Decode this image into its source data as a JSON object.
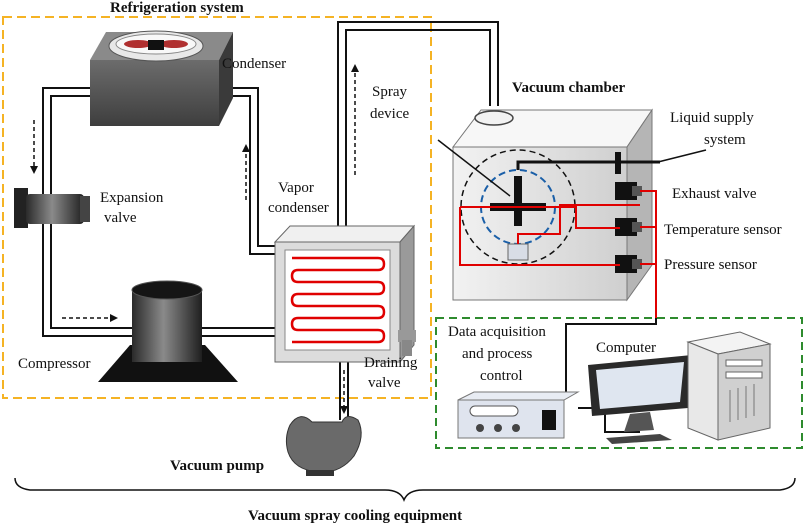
{
  "labels": {
    "refrigeration_system": "Refrigeration system",
    "condenser": "Condenser",
    "expansion_valve_1": "Expansion",
    "expansion_valve_2": "valve",
    "vapor_condenser_1": "Vapor",
    "vapor_condenser_2": "condenser",
    "compressor": "Compressor",
    "draining_valve_1": "Draining",
    "draining_valve_2": "valve",
    "vacuum_pump": "Vacuum pump",
    "spray_device_1": "Spray",
    "spray_device_2": "device",
    "vacuum_chamber": "Vacuum chamber",
    "liquid_supply_1": "Liquid supply",
    "liquid_supply_2": "system",
    "exhaust_valve": "Exhaust valve",
    "temperature_sensor": "Temperature sensor",
    "pressure_sensor": "Pressure sensor",
    "daq_1": "Data acquisition",
    "daq_2": "and process",
    "daq_3": "control",
    "computer": "Computer",
    "equipment": "Vacuum spray cooling equipment"
  },
  "colors": {
    "refrigeration_box": "#f5b324",
    "data_box": "#2e8b2e",
    "signal_wire": "#e00000",
    "spray_circle": "#1a5fa8",
    "housing": "#5a5a5a"
  }
}
